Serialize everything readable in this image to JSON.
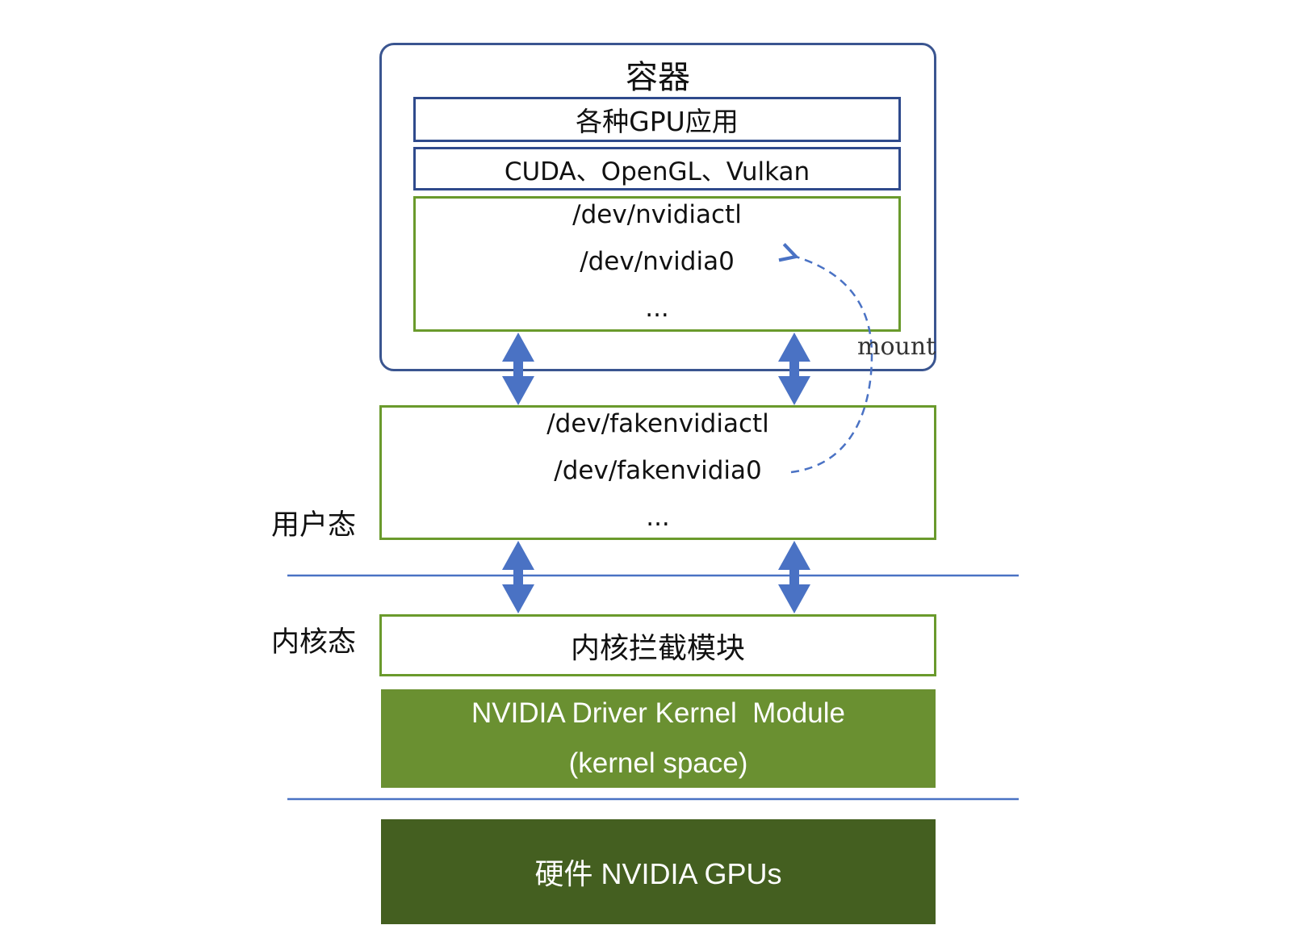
{
  "container": {
    "title": "容器",
    "apps_label": "各种GPU应用",
    "libs_label": "CUDA、OpenGL、Vulkan",
    "devices": [
      "/dev/nvidiactl",
      "/dev/nvidia0",
      "..."
    ]
  },
  "fake_devices": [
    "/dev/fakenvidiactl",
    "/dev/fakenvidia0",
    "..."
  ],
  "mount_label": "mount",
  "layers": {
    "user_space": "用户态",
    "kernel_space": "内核态"
  },
  "kernel_intercept_module": "内核拦截模块",
  "driver": {
    "line1": "NVIDIA Driver Kernel  Module",
    "line2": "(kernel space)"
  },
  "hardware": "硬件 NVIDIA GPUs",
  "colors": {
    "container_border": "#3a5590",
    "blue_box_border": "#2f4a8c",
    "green_outline": "#6a9a2c",
    "driver_fill": "#6a9031",
    "hardware_fill": "#445f20",
    "arrow": "#4a72c4",
    "separator": "#4a72c4"
  }
}
